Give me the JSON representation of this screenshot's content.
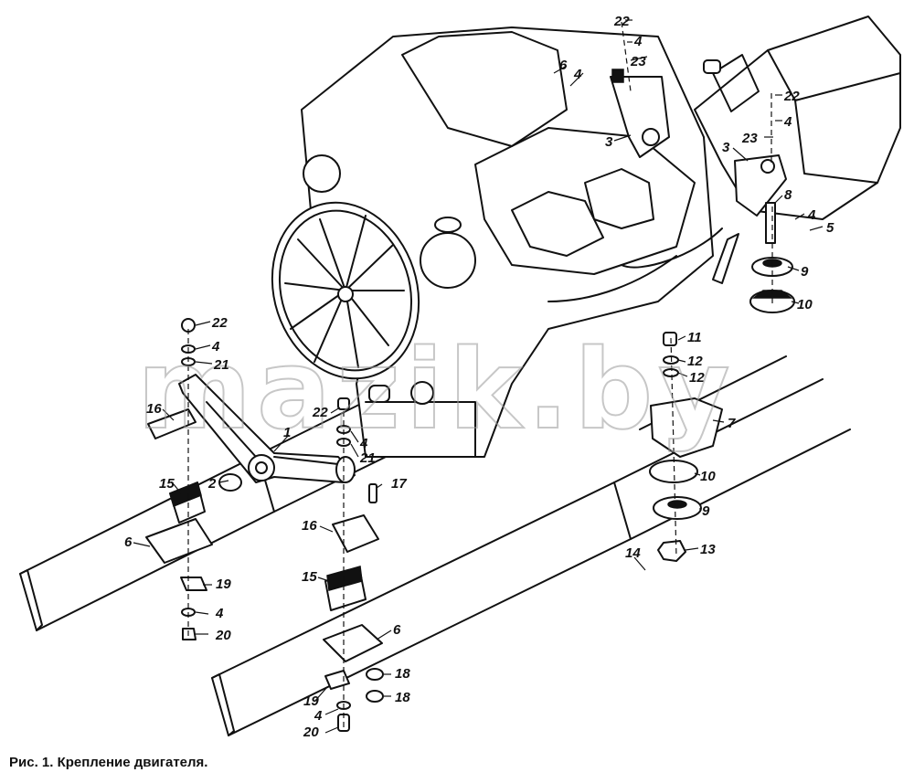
{
  "caption": "Рис. 1. Крепление двигателя.",
  "watermark": "mazik.by",
  "labels": {
    "l22a": "22",
    "l4a": "4",
    "l23a": "23",
    "l6a": "6",
    "l4b": "4",
    "l3a": "3",
    "l22b": "22",
    "l4c": "4",
    "l23b": "23",
    "l3b": "3",
    "l8": "8",
    "l4d": "4",
    "l5": "5",
    "l9a": "9",
    "l10a": "10",
    "l11": "11",
    "l12a": "12",
    "l12b": "12",
    "l7": "7",
    "l10b": "10",
    "l9b": "9",
    "l13": "13",
    "l14": "14",
    "l22c": "22",
    "l4e": "4",
    "l21a": "21",
    "l16a": "16",
    "l1": "1",
    "l22d": "22",
    "l4f": "4",
    "l21b": "21",
    "l15a": "15",
    "l2": "2",
    "l17": "17",
    "l6b": "6",
    "l19a": "19",
    "l4g": "4",
    "l20a": "20",
    "l16b": "16",
    "l15b": "15",
    "l6c": "6",
    "l18a": "18",
    "l19b": "19",
    "l18b": "18",
    "l4h": "4",
    "l20b": "20"
  }
}
